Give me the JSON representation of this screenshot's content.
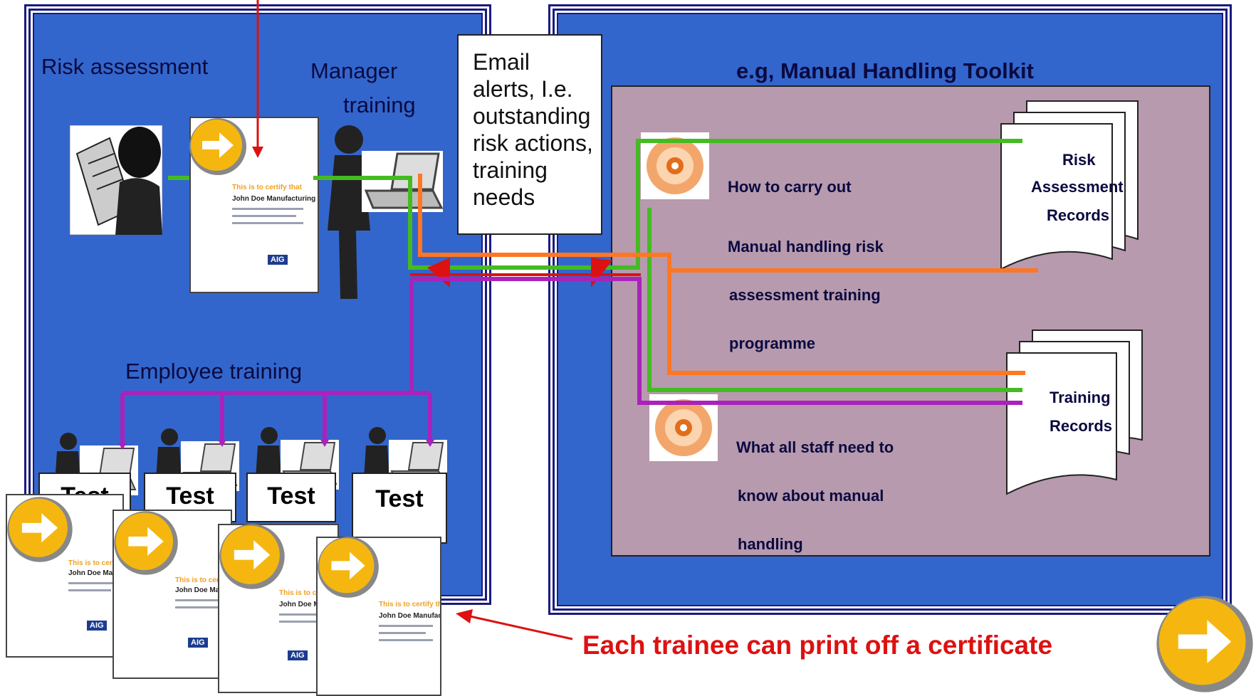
{
  "left_panel": {
    "risk_assessment_label": "Risk assessment",
    "manager_training_line1": "Manager",
    "manager_training_line2": "training",
    "employee_training_label": "Employee training"
  },
  "email_box": {
    "lines": [
      "Email",
      "alerts, I.e.",
      "outstanding",
      "risk actions,",
      "training",
      "needs"
    ]
  },
  "toolkit": {
    "title": "e.g, Manual Handling Toolkit",
    "course1": {
      "lines": [
        "How to carry out",
        "Manual handling risk",
        "assessment training",
        "programme"
      ]
    },
    "course2": {
      "lines": [
        "What all staff need to",
        "know about manual",
        "handling"
      ]
    },
    "risk_records": {
      "lines": [
        "Risk",
        "Assessment",
        "Records"
      ]
    },
    "training_records": {
      "lines": [
        "Training",
        "Records"
      ]
    }
  },
  "tests": [
    "Test",
    "Test",
    "Test",
    "Test"
  ],
  "certificate": {
    "heading": "This is to certify that",
    "company": "John Doe Manufacturing Ltd",
    "badge_text": "AIG"
  },
  "footer": {
    "note": "Each trainee can print off a certificate"
  },
  "colors": {
    "panel_blue": "#3366cc",
    "green": "#44bb22",
    "orange": "#ff7722",
    "purple": "#aa22bb",
    "red": "#dd1111",
    "toolkit_bg": "#b79aad"
  }
}
